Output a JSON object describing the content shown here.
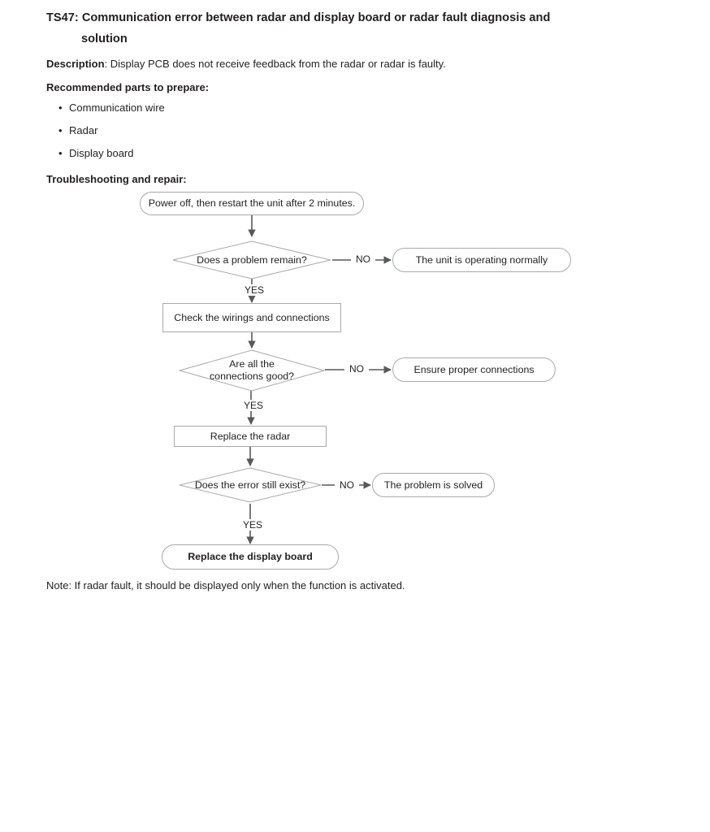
{
  "document": {
    "heading_code": "TS47:",
    "heading_line1": "Communication error between radar and display board or radar fault diagnosis and",
    "heading_line2": "solution",
    "description_label": "Description",
    "description_text": ": Display PCB does not receive feedback from the radar or radar is faulty.",
    "parts_title": "Recommended parts to prepare:",
    "parts": [
      "Communication wire",
      "Radar",
      "Display board"
    ],
    "troubleshooting_title": "Troubleshooting and repair:",
    "note": "Note: If radar fault, it should be displayed only when the function is activated."
  },
  "flowchart": {
    "nodes": {
      "start": "Power off, then restart the unit after 2 minutes.",
      "decision1": "Does a problem remain?",
      "outcome1": "The unit is operating normally",
      "process1": "Check the wirings and connections",
      "decision2_line1": "Are all the",
      "decision2_line2": "connections good?",
      "outcome2": "Ensure proper connections",
      "process2": "Replace the radar",
      "decision3": "Does the error still exist?",
      "outcome3": "The problem is solved",
      "final": "Replace the display board"
    },
    "edge_labels": {
      "no1": "NO",
      "yes1": "YES",
      "no2": "NO",
      "yes2": "YES",
      "no3": "NO",
      "yes3": "YES"
    },
    "colors": {
      "node_border": "#a7a9ac",
      "connector": "#58595b",
      "text": "#231f20"
    }
  }
}
